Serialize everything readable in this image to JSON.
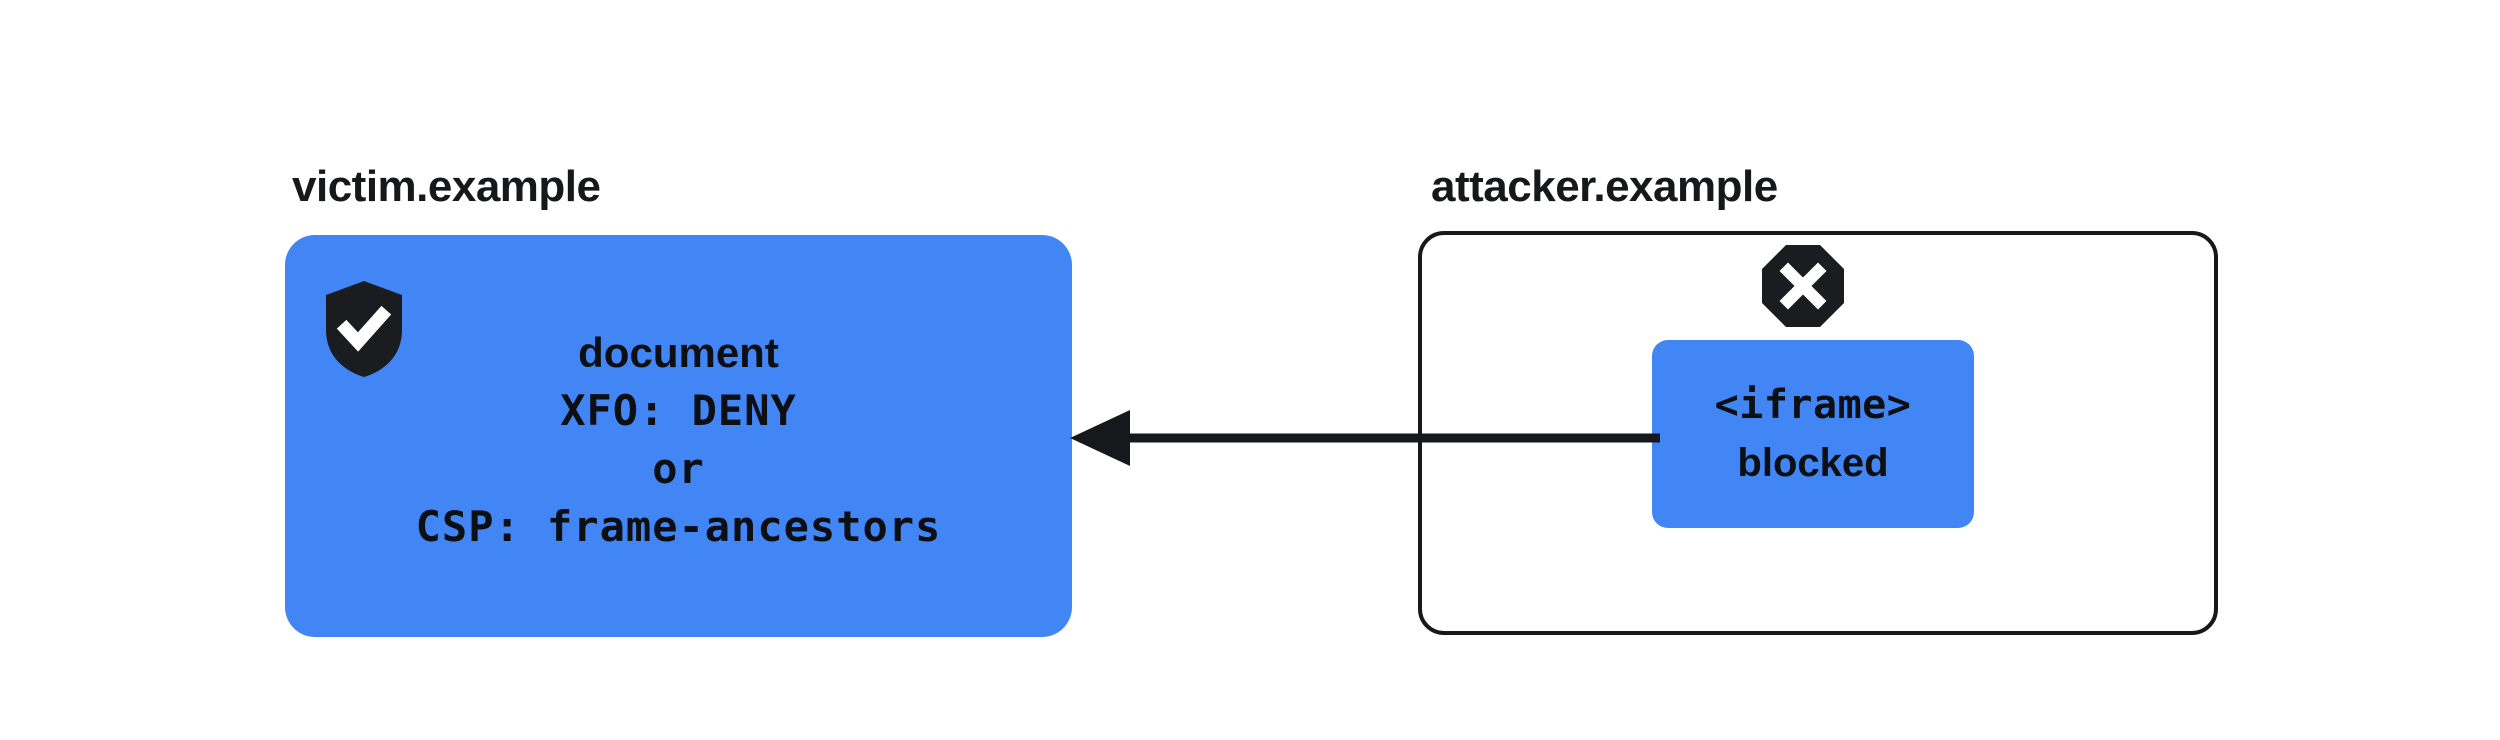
{
  "diagram": {
    "title_victim": "victim.example",
    "title_attacker": "attacker.example",
    "victim_panel": {
      "icon": "shield-check-icon",
      "lines": [
        {
          "text": "document",
          "style": "sans"
        },
        {
          "text": "XFO: DENY",
          "style": "mono"
        },
        {
          "text": "or",
          "style": "mono"
        },
        {
          "text": "CSP: frame-ancestors",
          "style": "mono"
        }
      ]
    },
    "attacker_panel": {
      "icon": "octagon-x-blocked-icon",
      "iframe_box": {
        "line1": "<iframe>",
        "line2": "blocked"
      }
    },
    "arrow": {
      "name": "blocked-framing-arrow",
      "direction": "left",
      "from": "attacker.example iframe",
      "to": "victim.example document"
    },
    "colors": {
      "accent_blue": "#4285f4",
      "ink": "#17181c",
      "background": "#ffffff"
    }
  }
}
